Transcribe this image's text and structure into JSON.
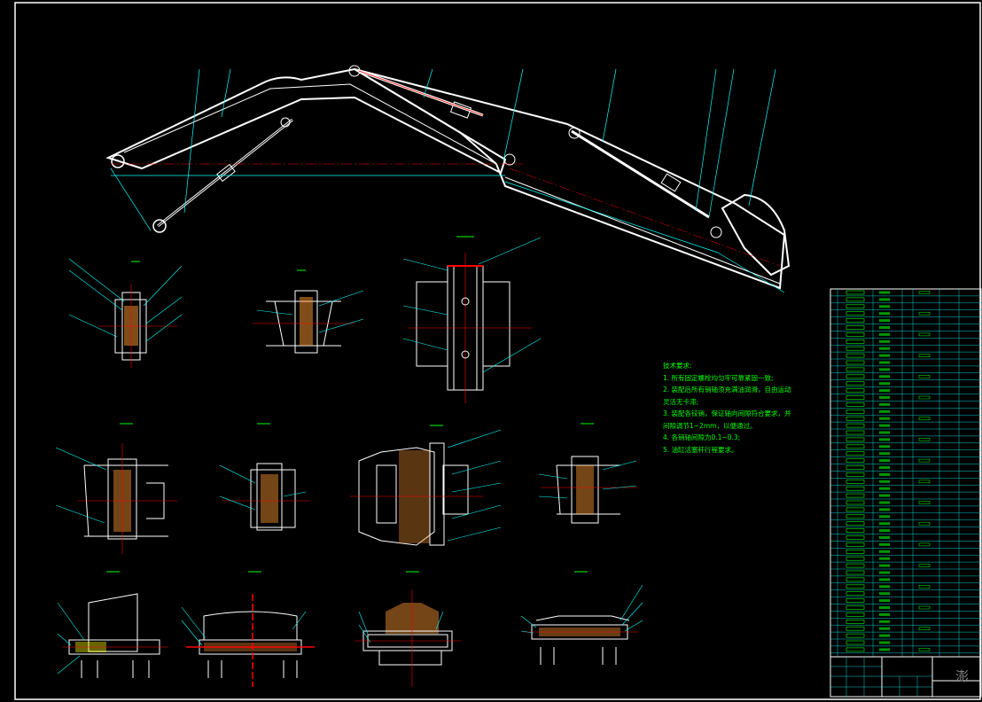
{
  "drawing": {
    "background": "#000000",
    "colors": {
      "outline": "#ffffff",
      "dimension": "#00ffff",
      "centerline": "#ff0000",
      "annotation": "#00ff00",
      "hatch": "#ff9933",
      "highlight": "#ffff00"
    },
    "tech_notes": {
      "heading": "技术要求:",
      "items": [
        "1. 所有固定螺栓均匀牢可靠紧固一致;",
        "2. 装配后所有销轴须充满油润滑，自由运动",
        "   灵活无卡滞;",
        "3. 装配各铰销，保证轴向间隙符合要求，并",
        "   间隙调节1~2mm，以便通过。",
        "4. 各销轴间隙为0.1~0.3;",
        "5. 油缸活塞杆行程要求。"
      ]
    },
    "stamp_text": "澎"
  }
}
